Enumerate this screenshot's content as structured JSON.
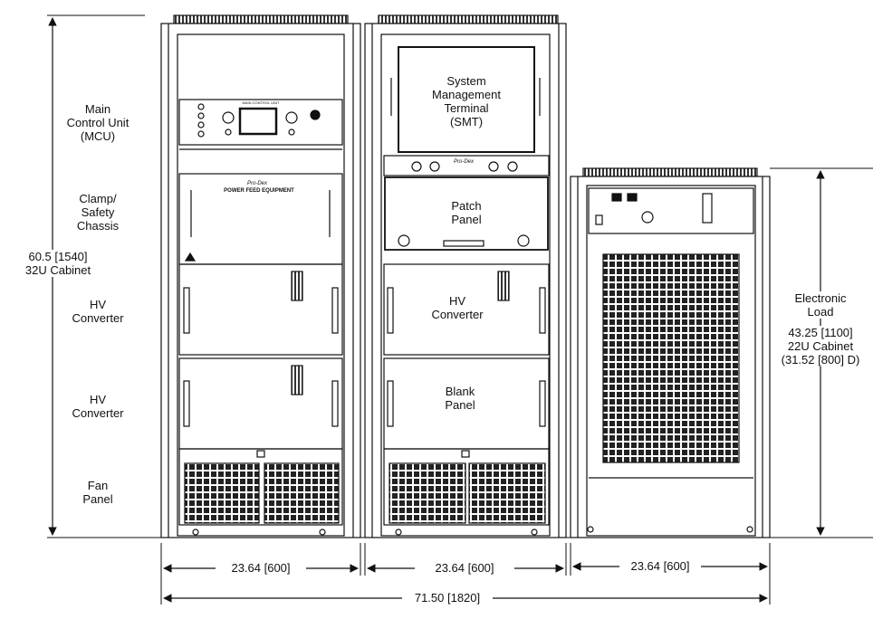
{
  "left_labels": {
    "mcu": "Main\nControl Unit\n(MCU)",
    "clamp": "Clamp/\nSafety\nChassis",
    "hv1": "HV\nConverter",
    "hv2": "HV\nConverter",
    "fan": "Fan\nPanel"
  },
  "height_left": "60.5 [1540]\n32U Cabinet",
  "cab2_labels": {
    "smt": "System\nManagement\nTerminal\n(SMT)",
    "patch": "Patch\nPanel",
    "hv": "HV\nConverter",
    "blank": "Blank\nPanel"
  },
  "cab3_labels": {
    "load": "Electronic\nLoad",
    "dims": "43.25 [1100]\n22U Cabinet\n(31.52 [800] D)"
  },
  "bottom_dims": {
    "w1": "23.64 [600]",
    "w2": "23.64 [600]",
    "w3": "23.64 [600]",
    "total": "71.50 [1820]"
  },
  "mcu_panel_title": "MAIN CONTROL UNIT",
  "clamp_panel_title": "POWER FEED EQUIPMENT",
  "brand": "Pro-Dex"
}
